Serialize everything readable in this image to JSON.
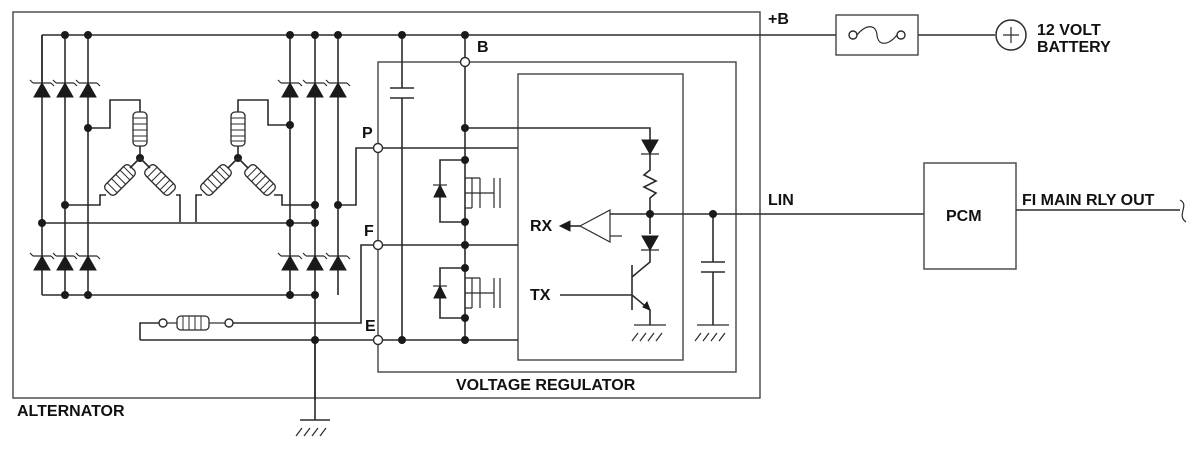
{
  "labels": {
    "b_plus": "+B",
    "battery_line1": "12 VOLT",
    "battery_line2": "BATTERY",
    "terminal_b": "B",
    "terminal_p": "P",
    "terminal_f": "F",
    "terminal_e": "E",
    "lin": "LIN",
    "pcm": "PCM",
    "fi_main_rly_out": "FI MAIN RLY OUT",
    "rx": "RX",
    "tx": "TX",
    "voltage_regulator": "VOLTAGE REGULATOR",
    "alternator": "ALTERNATOR"
  },
  "colors": {
    "line": "#2b2b2b",
    "text": "#111111",
    "background": "#ffffff"
  }
}
